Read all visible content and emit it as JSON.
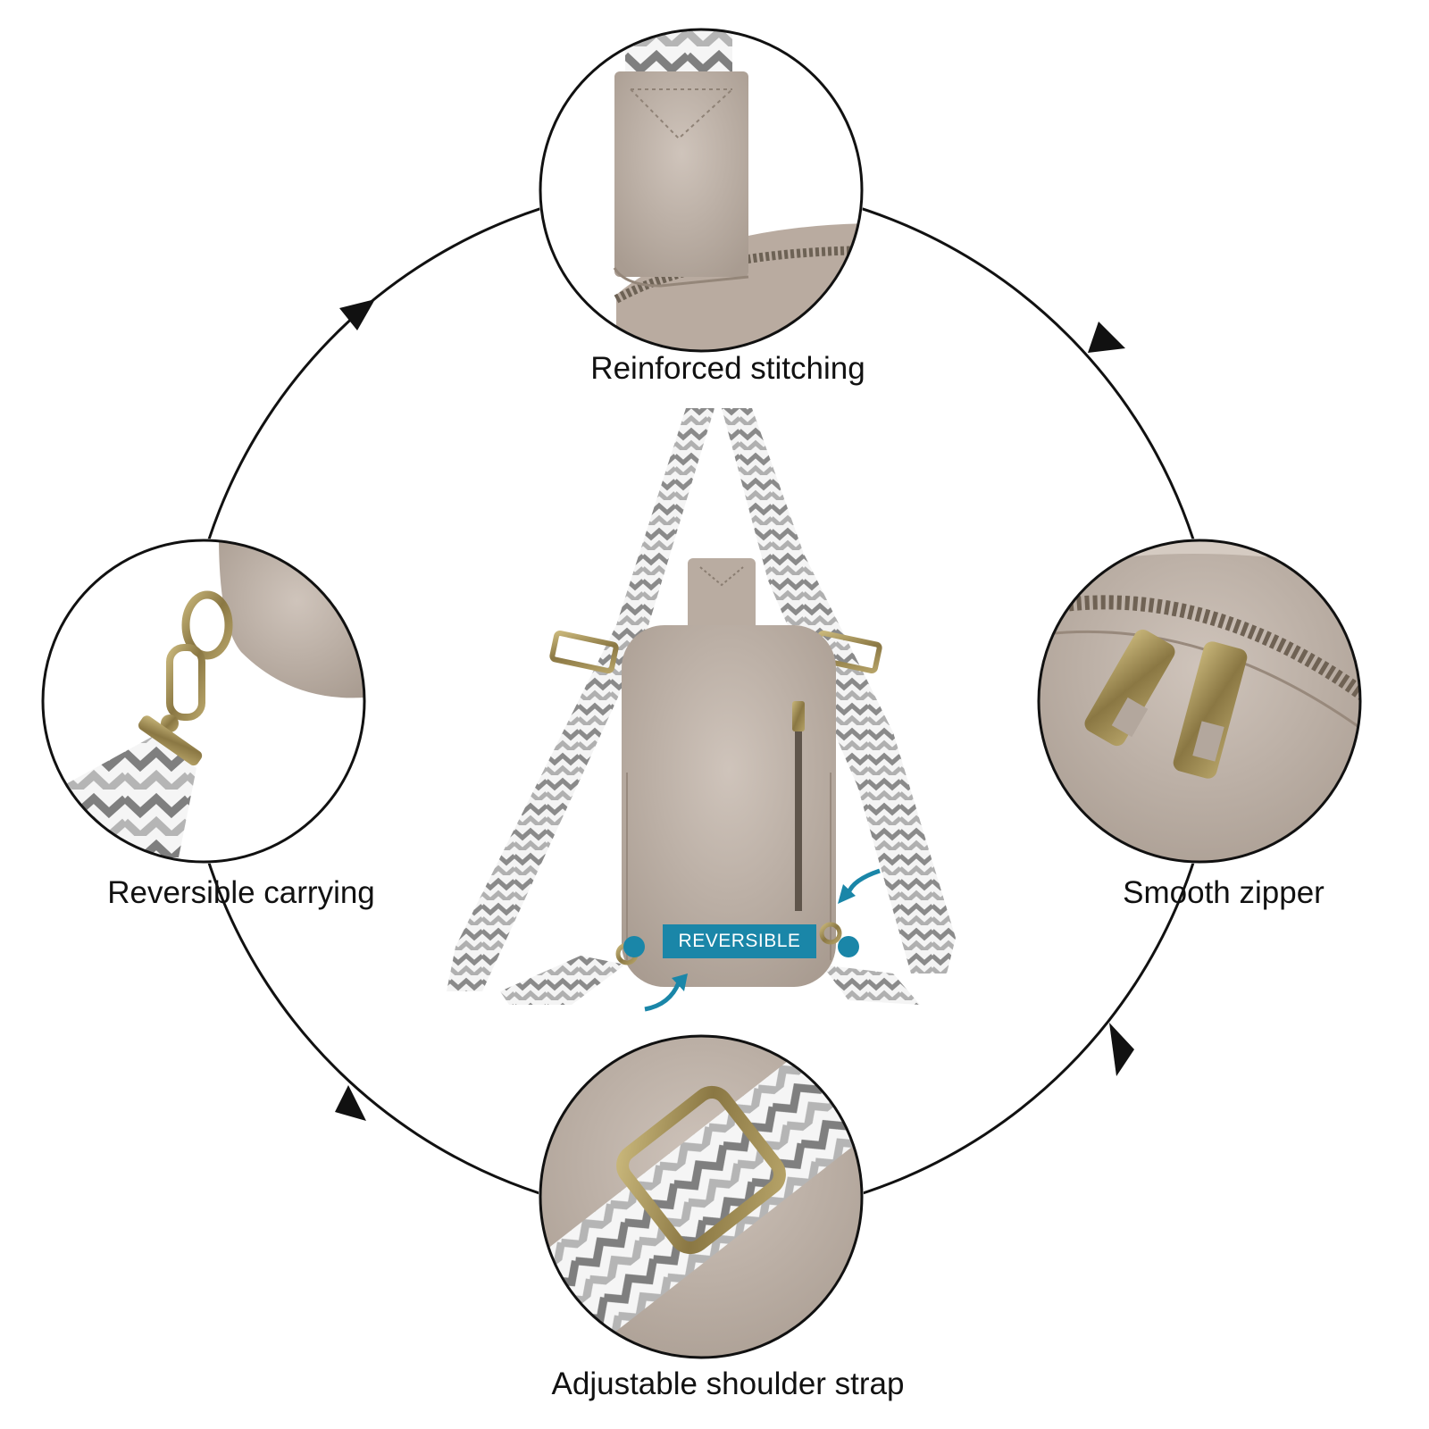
{
  "features": {
    "top": "Reinforced stitching",
    "left": "Reversible carrying",
    "right": "Smooth zipper",
    "bottom": "Adjustable shoulder strap"
  },
  "badge": "REVERSIBLE",
  "colors": {
    "leather": "#c2b5ab",
    "leather_dark": "#a89a8f",
    "strap_gray": "#8d8d8d",
    "strap_white": "#f2f2f2",
    "brass": "#9b8a55",
    "accent": "#1a86a8",
    "ring": "#111111"
  }
}
